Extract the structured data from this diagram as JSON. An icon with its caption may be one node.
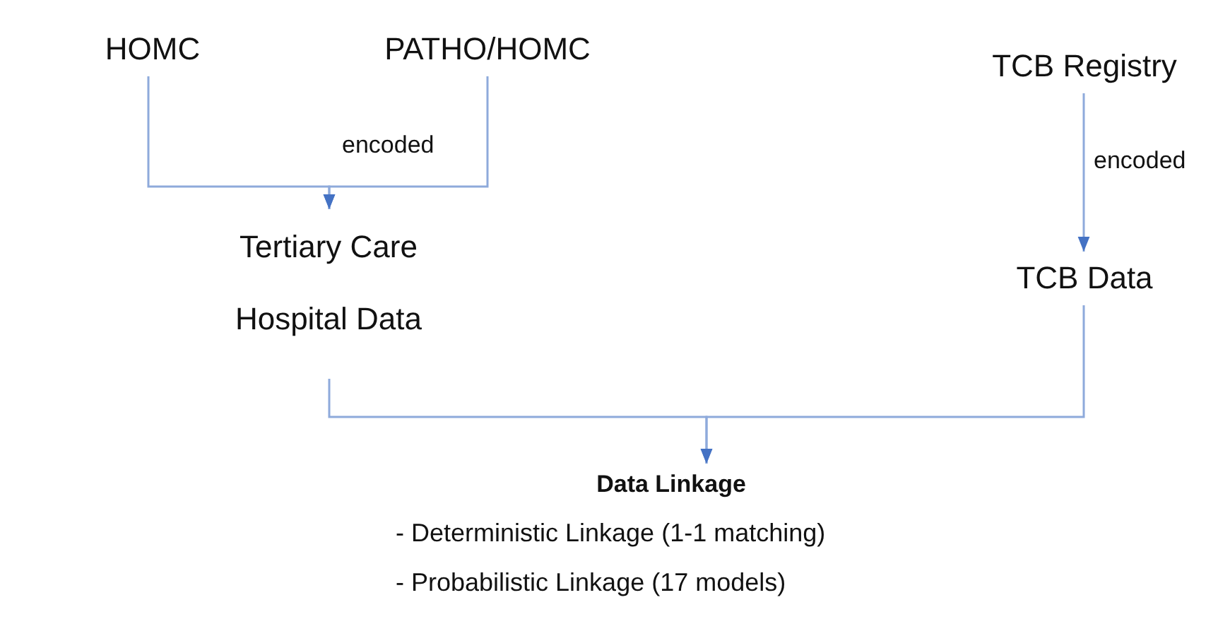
{
  "diagram": {
    "nodes": [
      {
        "text": [
          "HOMC"
        ]
      },
      {
        "text": [
          "PATHO/HOMC"
        ]
      },
      {
        "text": [
          "Tertiary Care Hospital Data"
        ]
      },
      {
        "text": [
          "TCB Registry"
        ]
      },
      {
        "text": [
          "TCB Data"
        ]
      },
      {
        "text": [
          "Data Linkage",
          "- Deterministic Linkage (1-1 matching)",
          "- Probabilistic Linkage (17 models)"
        ]
      }
    ],
    "edges": [
      {
        "from": 0,
        "to": 2,
        "arrow": "to"
      },
      {
        "from": 1,
        "to": 2,
        "arrow": "to",
        "label": "encoded"
      },
      {
        "from": 3,
        "to": 4,
        "arrow": "to",
        "label": "encoded"
      },
      {
        "from": 2,
        "to": 5,
        "arrow": "to"
      },
      {
        "from": 4,
        "to": 5,
        "arrow": "to"
      }
    ]
  }
}
